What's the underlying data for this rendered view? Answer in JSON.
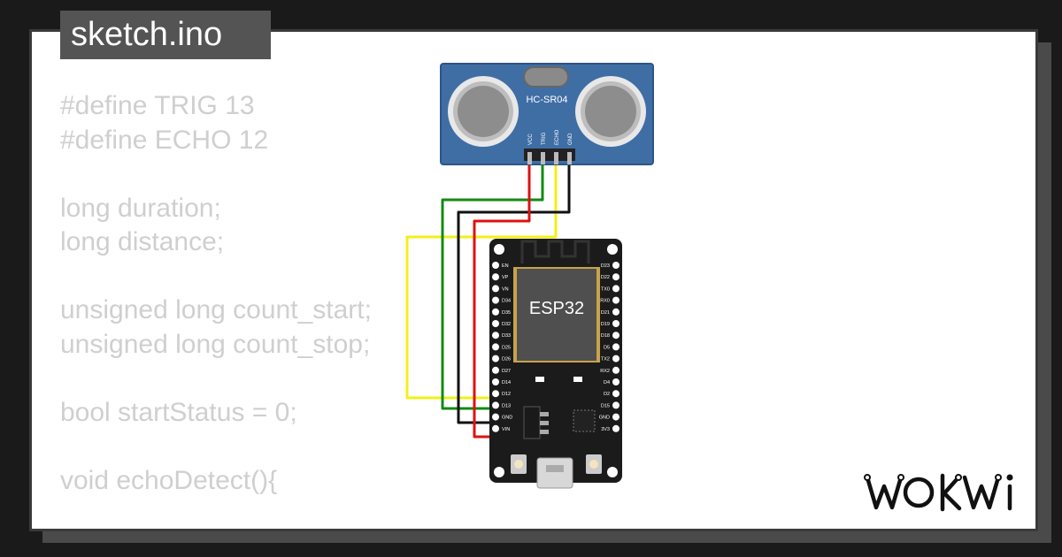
{
  "file_tab": {
    "label": "sketch.ino"
  },
  "code_lines": [
    "#define TRIG 13",
    "#define ECHO 12",
    "",
    "long duration;",
    "long distance;",
    "",
    "unsigned long count_start;",
    "unsigned long count_stop;",
    "",
    "bool startStatus = 0;",
    "",
    "void echoDetect(){"
  ],
  "sensor": {
    "name": "HC-SR04",
    "pins": [
      "VCC",
      "TRIG",
      "ECHO",
      "GND"
    ]
  },
  "board": {
    "name": "ESP32",
    "left_pins": [
      "EN",
      "VP",
      "VN",
      "D34",
      "D35",
      "D32",
      "D33",
      "D25",
      "D26",
      "D27",
      "D14",
      "D12",
      "D13",
      "GND",
      "VIN"
    ],
    "right_pins": [
      "D23",
      "D22",
      "TX0",
      "RX0",
      "D21",
      "D19",
      "D18",
      "D5",
      "TX2",
      "RX2",
      "D4",
      "D2",
      "D15",
      "GND",
      "3V3"
    ]
  },
  "wire_colors": {
    "vcc": "#e01010",
    "trig": "#138a13",
    "echo": "#f2f01a",
    "gnd": "#111111"
  },
  "brand": {
    "logo": "WOKWI"
  }
}
